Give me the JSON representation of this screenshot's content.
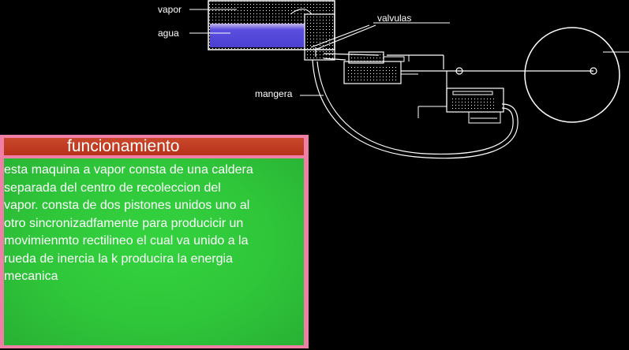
{
  "diagram": {
    "labels": {
      "vapor": "vapor",
      "agua": "agua",
      "valvulas": "valvulas",
      "manguera": "mangera"
    }
  },
  "panel": {
    "title": "funcionamiento",
    "body": "esta maquina a vapor consta de una caldera\nseparada del centro de recoleccion del\nvapor. consta de dos pistones unidos uno al\notro sincronizadfamente para producicir un\nmovimienmto rectilineo el cual va unido a la\nrueda de inercia la k producira la energia\nmecanica"
  },
  "colors": {
    "background": "#000000",
    "lines": "#ffffff",
    "water": "#5b4fe0",
    "panel_border": "#f07fa8",
    "panel_header": "#c0391f",
    "panel_body": "#30c83b"
  }
}
